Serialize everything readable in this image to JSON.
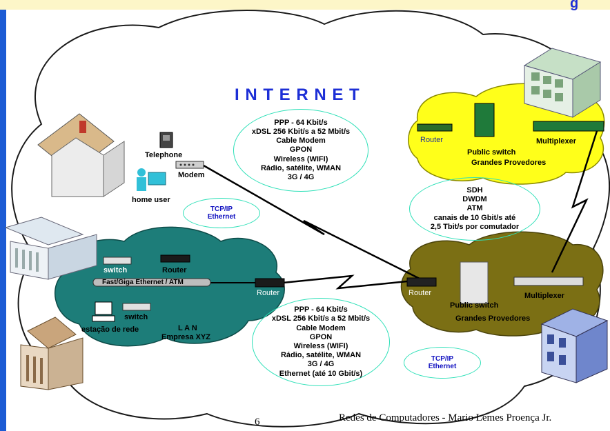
{
  "banner": {
    "glyph": "g"
  },
  "internet": {
    "title": "I N T E R N E T"
  },
  "access_box_top": {
    "lines": [
      "PPP - 64 Kbit/s",
      "xDSL 256 Kbit/s a 52 Mbit/s",
      "Cable Modem",
      "GPON",
      "Wireless (WIFI)",
      "Rádio, satélite, WMAN",
      "3G / 4G"
    ]
  },
  "access_box_bottom": {
    "lines": [
      "PPP - 64 Kbit/s",
      "xDSL 256 Kbit/s a 52 Mbit/s",
      "Cable Modem",
      "GPON",
      "Wireless (WIFI)",
      "Rádio, satélite, WMAN",
      "3G / 4G",
      "Ethernet (até 10 Gbit/s)"
    ]
  },
  "backbone_box": {
    "lines": [
      "SDH",
      "DWDM",
      "ATM",
      "canais de 10 Gbit/s até",
      "2,5 Tbit/s por comutador"
    ]
  },
  "tcpip_left": {
    "line1": "TCP/IP",
    "line2": "Ethernet"
  },
  "tcpip_right": {
    "line1": "TCP/IP",
    "line2": "Ethernet"
  },
  "home": {
    "telephone": "Telephone",
    "modem": "Modem",
    "home_user": "home user"
  },
  "lan": {
    "switch_top": "switch",
    "router_top": "Router",
    "backbone": "Fast/Giga Ethernet / ATM",
    "router_right": "Router",
    "switch_bottom": "switch",
    "station": "estação de rede",
    "lan_label": "L A N",
    "company": "Empresa XYZ"
  },
  "provider_top": {
    "router": "Router",
    "public_switch": "Public switch",
    "multiplexer": "Multiplexer",
    "name": "Grandes Provedores"
  },
  "provider_bottom": {
    "router": "Router",
    "public_switch": "Public switch",
    "multiplexer": "Multiplexer",
    "name": "Grandes Provedores"
  },
  "footer": {
    "page": "6",
    "credit": "Redes de Computadores - Mario Lemes Proença Jr."
  },
  "colors": {
    "cloud_outline": "#1a1a1a",
    "lan_cloud": "#1d7d79",
    "provider_top_cloud": "#ffff1a",
    "provider_bottom_cloud": "#7b6f14",
    "ellipse_border": "#2ee0b8",
    "title_blue": "#1d2fd6"
  }
}
